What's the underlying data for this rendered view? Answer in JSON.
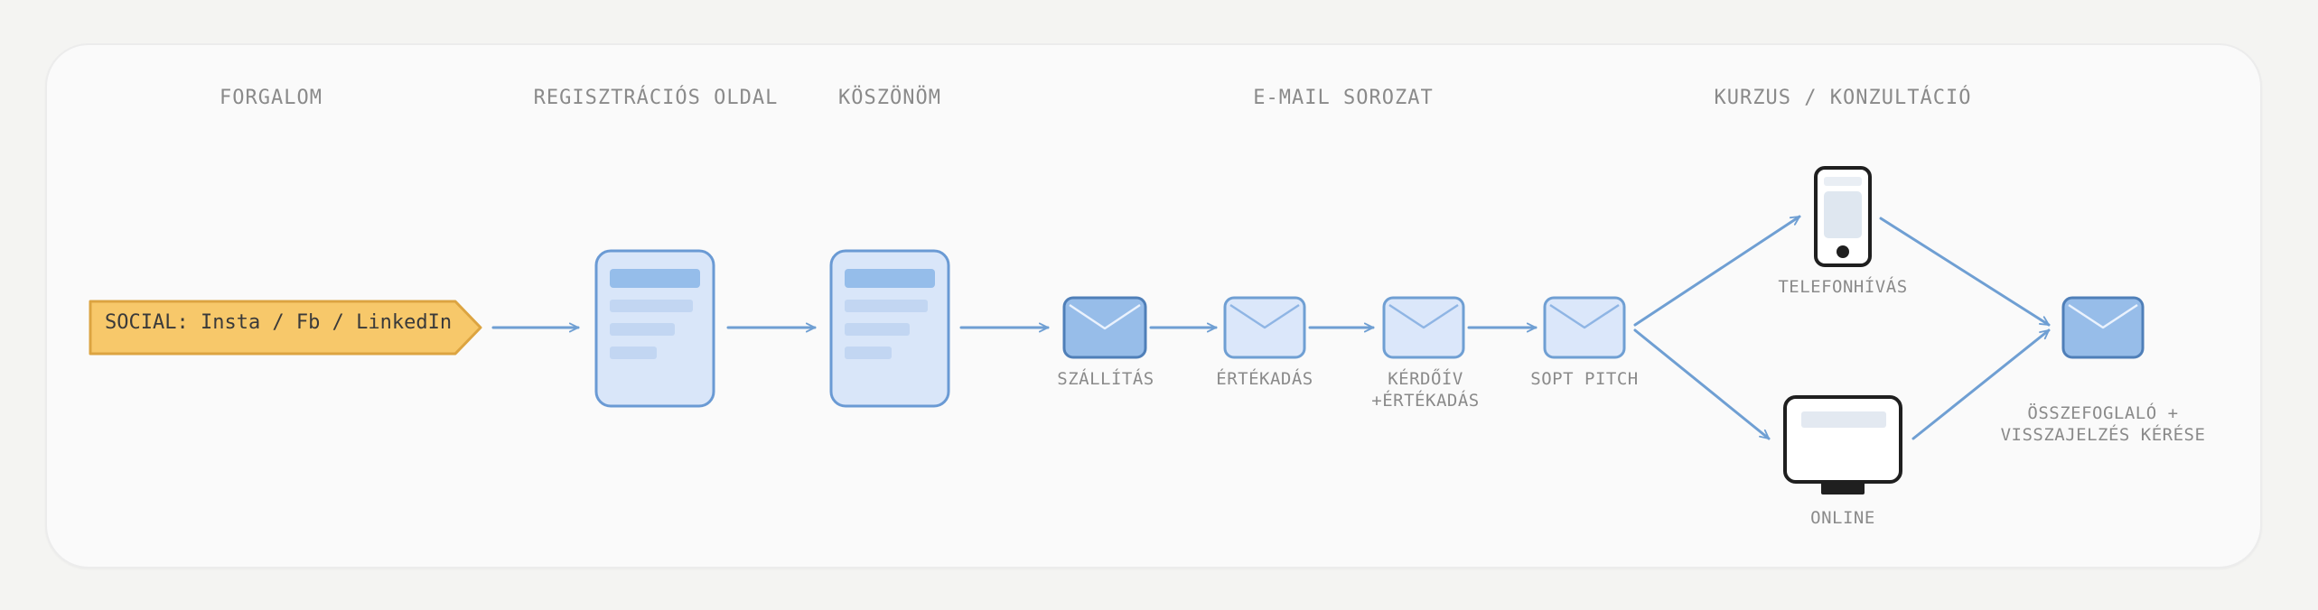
{
  "stages": {
    "traffic": "FORGALOM",
    "registration": "REGISZTRÁCIÓS OLDAL",
    "thanks": "KÖSZÖNÖM",
    "email_series": "E-MAIL SOROZAT",
    "course": "KURZUS / KONZULTÁCIÓ"
  },
  "source": {
    "label": "SOCIAL: Insta / Fb / LinkedIn"
  },
  "emails": {
    "delivery": "SZÁLLÍTÁS",
    "value": "ÉRTÉKADÁS",
    "survey_line1": "KÉRDŐÍV",
    "survey_line2": "+ÉRTÉKADÁS",
    "pitch": "SOPT PITCH"
  },
  "channels": {
    "phone": "TELEFONHÍVÁS",
    "online": "ONLINE"
  },
  "final": {
    "line1": "ÖSSZEFOGLALÓ +",
    "line2": "VISSZAJELZÉS KÉRÉSE"
  },
  "colors": {
    "accent": "#6f9fd3",
    "page_fill": "#d9e6f9",
    "page_stroke": "#6a9ad4",
    "bar_fill": "#c2d6f2",
    "bar_dark": "#95bdea",
    "mail_dark": "#97bde9",
    "mail_light": "#dbe7fa",
    "social_fill": "#f7c86a",
    "social_stroke": "#dca441",
    "device_stroke": "#1f1f1f"
  }
}
